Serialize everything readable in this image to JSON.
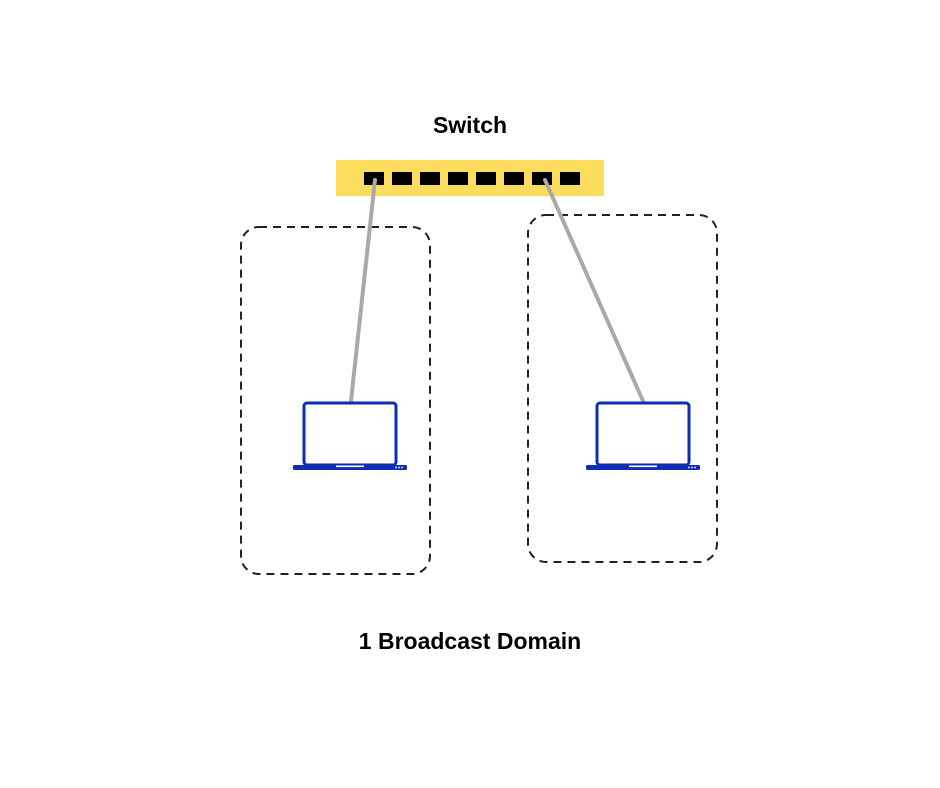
{
  "switch": {
    "title": "Switch",
    "color": "#fcdc5c",
    "port_color": "#000000",
    "port_count": 8
  },
  "cable_color": "#a9a9a9",
  "laptop_color": "#0d2db2",
  "domain_border_color": "#222222",
  "footer": {
    "text": "1 Broadcast Domain"
  }
}
